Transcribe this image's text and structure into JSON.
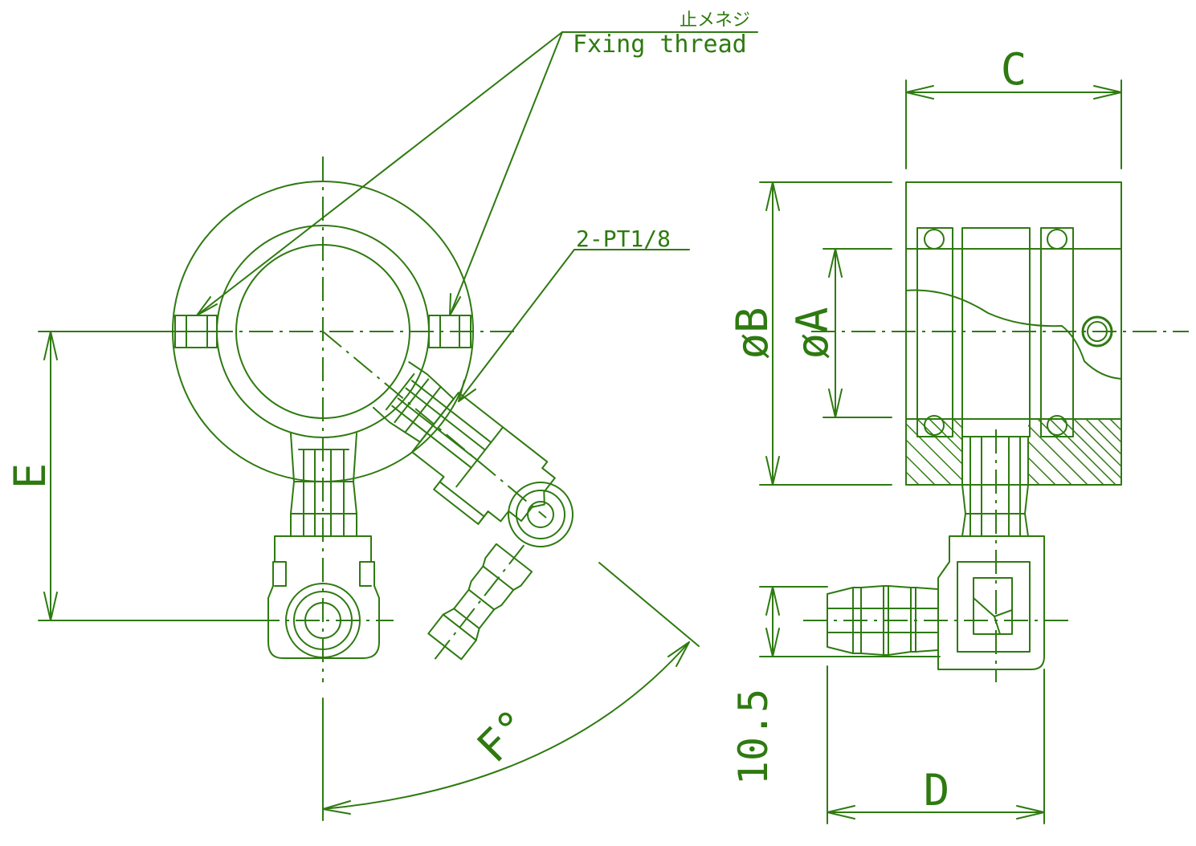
{
  "labels": {
    "fixing_thread_jp": "止メネジ",
    "fixing_thread_en": "Fxing thread",
    "pt_thread": "2-PT1/8"
  },
  "dimensions": {
    "c": "C",
    "phi_b": "øB",
    "phi_a": "øA",
    "e": "E",
    "f_angle": "F°",
    "d": "D",
    "offset": "10.5"
  },
  "colors": {
    "line": "#2e7a10",
    "background": "#ffffff"
  }
}
